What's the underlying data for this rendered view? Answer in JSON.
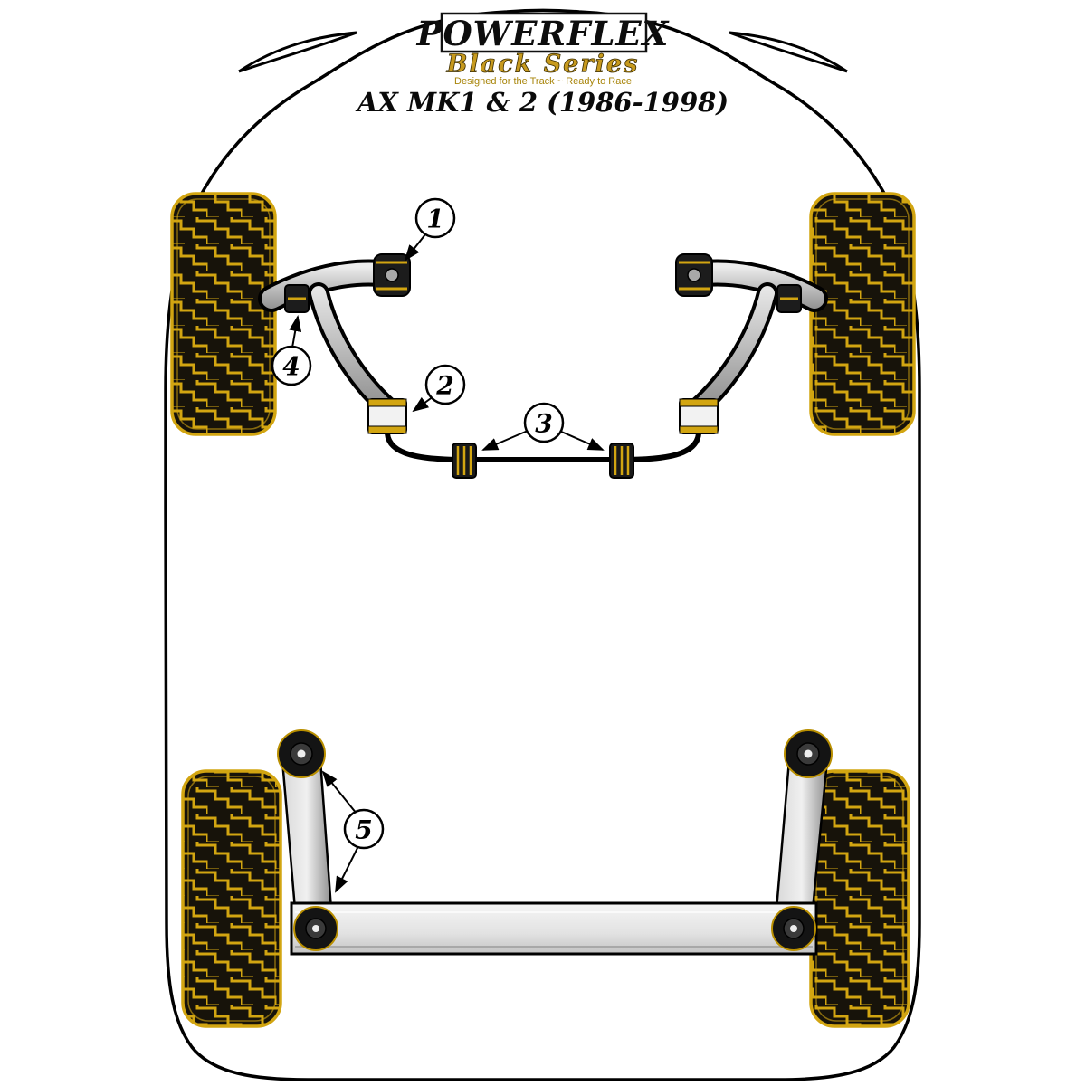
{
  "header": {
    "brand": "POWERFLEX",
    "series": "Black Series",
    "tagline": "Designed for the Track ~ Ready to Race",
    "model_title": "AX MK1 & 2 (1986-1998)"
  },
  "callouts": [
    {
      "number": "1"
    },
    {
      "number": "2"
    },
    {
      "number": "3"
    },
    {
      "number": "4"
    },
    {
      "number": "5"
    }
  ],
  "colors": {
    "gold_accent": "#d2a511",
    "series_gold": "#c79a1e",
    "tagline_gold": "#a8850a",
    "outline_black": "#000000",
    "tread_background": "#17130a",
    "metal_light": "#ececec",
    "metal_dark": "#7f7f7f",
    "background": "#ffffff"
  }
}
